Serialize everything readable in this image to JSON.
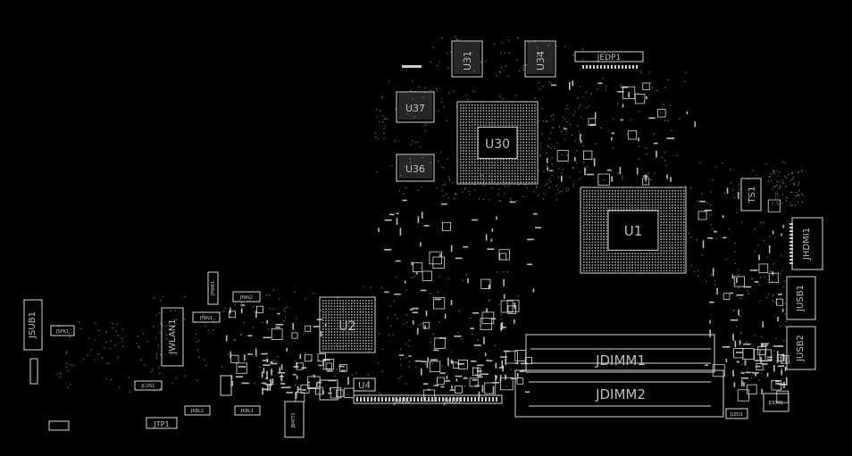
{
  "board": {
    "colors": {
      "background": "#000000",
      "outline": "#d8d8d8",
      "pad": "#cfcfcf",
      "via": "#4e8f86",
      "label": "#bdbdbd"
    },
    "components": {
      "u31": "U31",
      "u34": "U34",
      "jedp1": "JEDP1",
      "u37": "U37",
      "u30": "U30",
      "u36": "U36",
      "u1": "U1",
      "ts1": "TS1",
      "jhdmi1": "JHDMI1",
      "jusb1": "JUSB1",
      "jusb2": "JUSB2",
      "jsub1": "JSUB1",
      "jspk1": "JSPK1",
      "jwlan1": "JWLAN1",
      "jpwr1": "JPWR1",
      "jfan1": "JFAN1",
      "jfan2": "JFAN2",
      "u2": "U2",
      "u4": "U4",
      "jkb2": "JKB2",
      "jkb1": "JKB1",
      "jdimm1": "JDIMM1",
      "jdimm2": "JDIMM2",
      "jled1": "JLED1",
      "jdisp1": "JDDM1",
      "jbatt1": "JBATT1",
      "jkbl2": "JKBL2",
      "jkbl1": "JKBL1",
      "jtp1": "JTP1",
      "jcus1": "JCUS1"
    }
  }
}
